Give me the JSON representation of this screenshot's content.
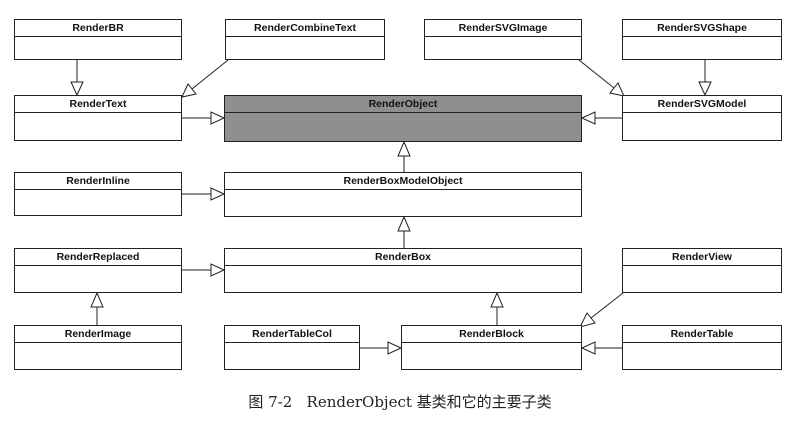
{
  "classes": {
    "RenderBR": "RenderBR",
    "RenderCombineText": "RenderCombineText",
    "RenderSVGImage": "RenderSVGImage",
    "RenderSVGShape": "RenderSVGShape",
    "RenderText": "RenderText",
    "RenderObject": "RenderObject",
    "RenderSVGModel": "RenderSVGModel",
    "RenderInline": "RenderInline",
    "RenderBoxModelObject": "RenderBoxModelObject",
    "RenderReplaced": "RenderReplaced",
    "RenderBox": "RenderBox",
    "RenderView": "RenderView",
    "RenderImage": "RenderImage",
    "RenderTableCol": "RenderTableCol",
    "RenderBlock": "RenderBlock",
    "RenderTable": "RenderTable"
  },
  "caption": "图 7-2   RenderObject 基类和它的主要子类",
  "colors": {
    "line": "#222222",
    "root_fill": "#8f8f8f",
    "box_fill": "#ffffff"
  }
}
